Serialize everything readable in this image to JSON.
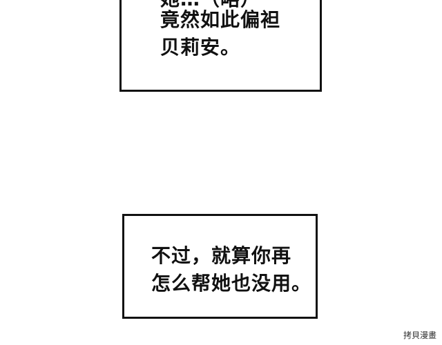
{
  "panels": {
    "top": {
      "cut_line": "她…（略）",
      "lines": [
        "竟然如此偏袒",
        "贝莉安。"
      ]
    },
    "bottom": {
      "lines": [
        "不过，就算你再",
        "怎么帮她也没用。"
      ]
    }
  },
  "watermark": "拷貝漫畫",
  "colors": {
    "ink": "#111111",
    "background": "#ffffff"
  }
}
